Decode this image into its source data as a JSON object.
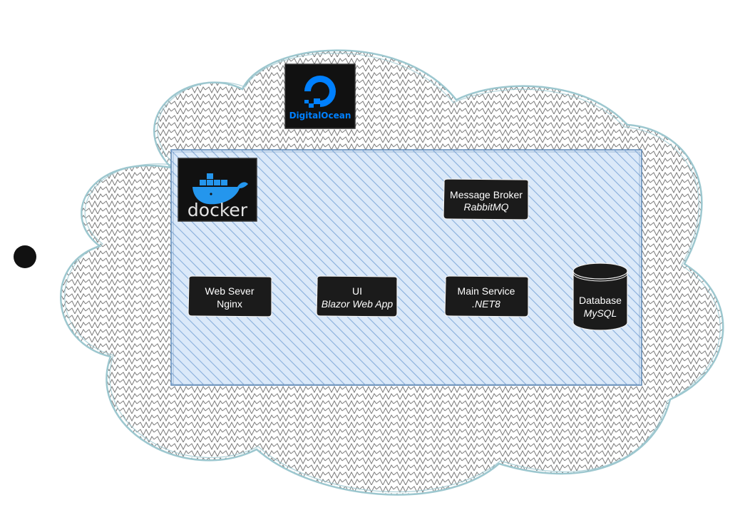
{
  "colors": {
    "cloud_stroke": "#9cc7cf",
    "cloud_hatch": "#7a7a7a",
    "container_fill": "#a5c8f0",
    "container_stroke": "#5b86b3",
    "node_fill": "#1b1b1b",
    "node_text": "#ffffff",
    "digitalocean_blue": "#0080ff",
    "docker_blue": "#2496ed",
    "marker": "#111111"
  },
  "cloud": {
    "provider_logo": {
      "icon": "digitalocean-logo",
      "text": "DigitalOcean"
    }
  },
  "container": {
    "runtime_logo": {
      "icon": "docker-logo",
      "text": "docker"
    }
  },
  "nodes": {
    "message_broker": {
      "title": "Message Broker",
      "subtitle": "RabbitMQ"
    },
    "web_server": {
      "title": "Web Sever",
      "subtitle": "Nginx"
    },
    "ui": {
      "title": "UI",
      "subtitle": "Blazor Web App"
    },
    "main_service": {
      "title": "Main Service",
      "subtitle": ".NET8"
    },
    "database": {
      "title": "Database",
      "subtitle": "MySQL"
    }
  }
}
